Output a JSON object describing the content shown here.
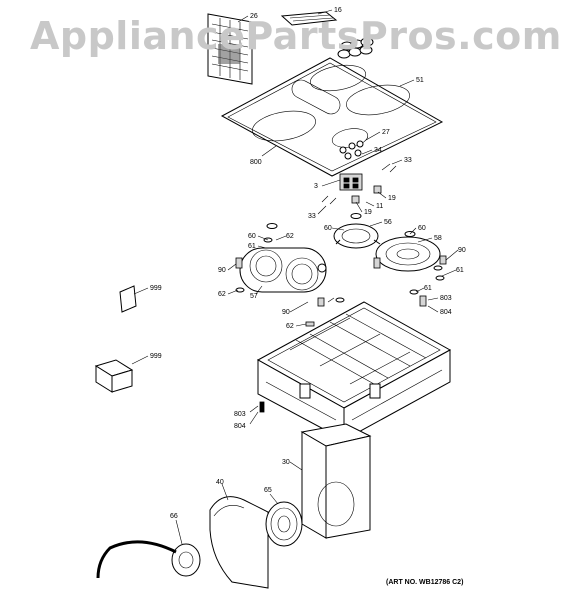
{
  "watermark": "AppliancePartsPros.com",
  "art_number": "(ART NO. WB12786 C2)",
  "callouts": {
    "c26": "26",
    "c16": "16",
    "c51": "51",
    "c27": "27",
    "c800": "800",
    "c34": "34",
    "c33a": "33",
    "c3": "3",
    "c19a": "19",
    "c11": "11",
    "c33b": "33",
    "c19b": "19",
    "c60a": "60",
    "c56": "56",
    "c60b": "60",
    "c58": "58",
    "c60c": "60",
    "c61a": "61",
    "c62a": "62",
    "c90a": "90",
    "c90b": "90",
    "c61b": "61",
    "c62b": "62",
    "c57": "57",
    "c61c": "61",
    "c803a": "803",
    "c804a": "804",
    "c90c": "90",
    "c62c": "62",
    "c999a": "999",
    "c999b": "999",
    "c803b": "803",
    "c804b": "804",
    "c30": "30",
    "c40": "40",
    "c65": "65",
    "c66": "66"
  }
}
